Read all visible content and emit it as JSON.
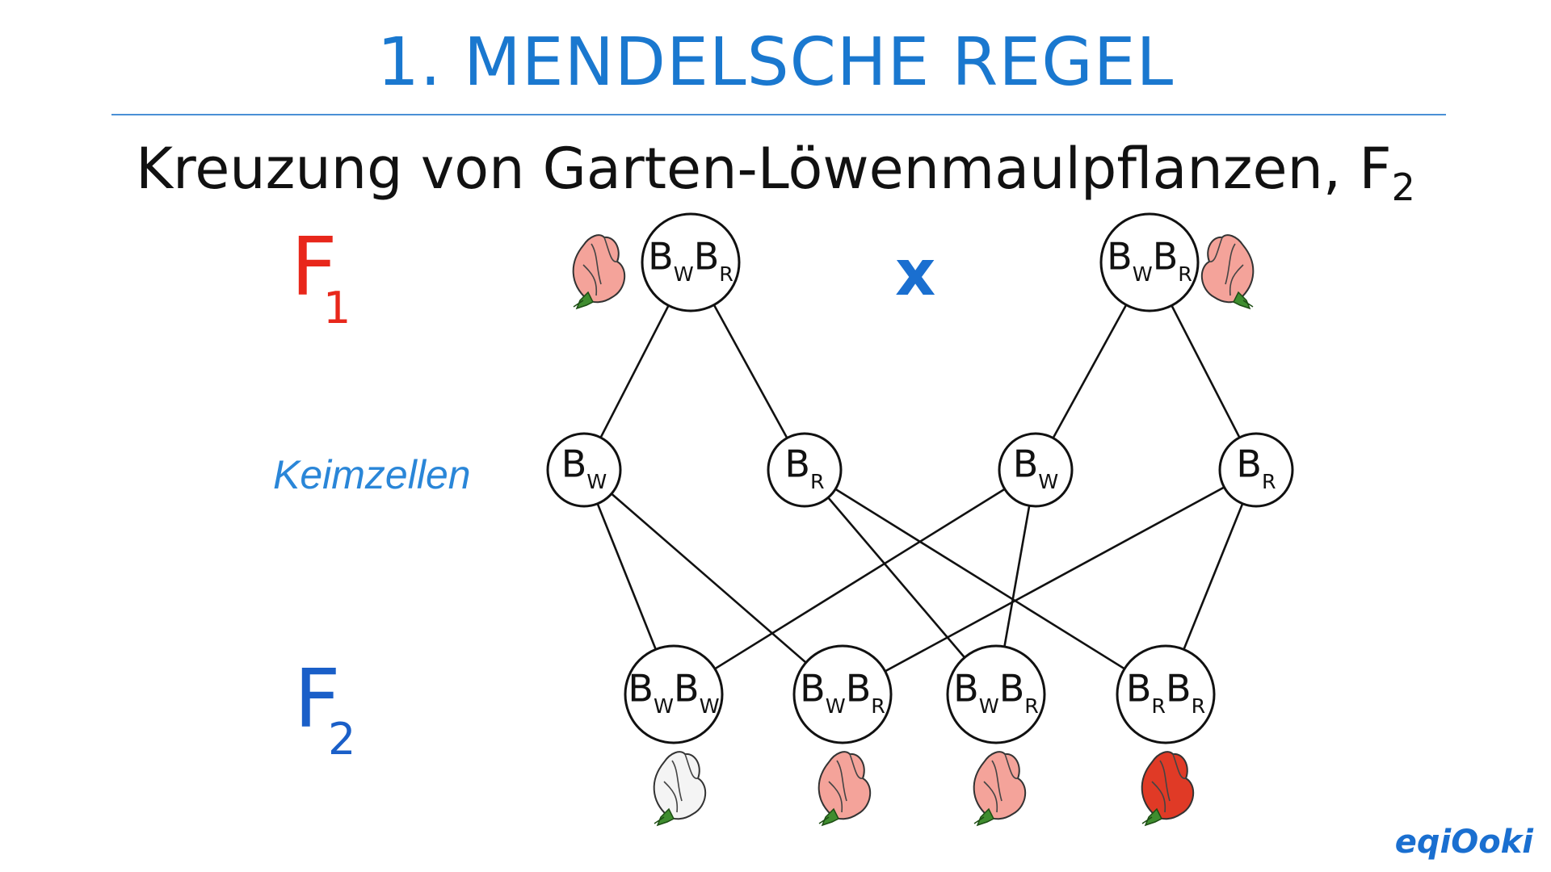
{
  "title": "1. MENDELSCHE REGEL",
  "subtitle": {
    "text": "Kreuzung von Garten-Löwenmaulpflanzen, F",
    "sub": "2"
  },
  "labels": {
    "f1_letter": "F",
    "f1_sub": "1",
    "keimzellen": "Keimzellen",
    "f2_letter": "F",
    "f2_sub": "2",
    "cross": "x"
  },
  "colors": {
    "title": "#1a78cf",
    "f1": "#e8271b",
    "f2": "#1a5fc8",
    "keimzellen": "#2a86d8",
    "cross": "#1a6fd0"
  },
  "parents": [
    {
      "a": "B",
      "as": "W",
      "b": "B",
      "bs": "R",
      "flower": "pink"
    },
    {
      "a": "B",
      "as": "W",
      "b": "B",
      "bs": "R",
      "flower": "pink"
    }
  ],
  "gametes": [
    {
      "a": "B",
      "as": "W"
    },
    {
      "a": "B",
      "as": "R"
    },
    {
      "a": "B",
      "as": "W"
    },
    {
      "a": "B",
      "as": "R"
    }
  ],
  "offspring": [
    {
      "a": "B",
      "as": "W",
      "b": "B",
      "bs": "W",
      "flower": "white"
    },
    {
      "a": "B",
      "as": "W",
      "b": "B",
      "bs": "R",
      "flower": "pink"
    },
    {
      "a": "B",
      "as": "W",
      "b": "B",
      "bs": "R",
      "flower": "pink"
    },
    {
      "a": "B",
      "as": "R",
      "b": "B",
      "bs": "R",
      "flower": "red"
    }
  ],
  "logo": "eqiOoki"
}
